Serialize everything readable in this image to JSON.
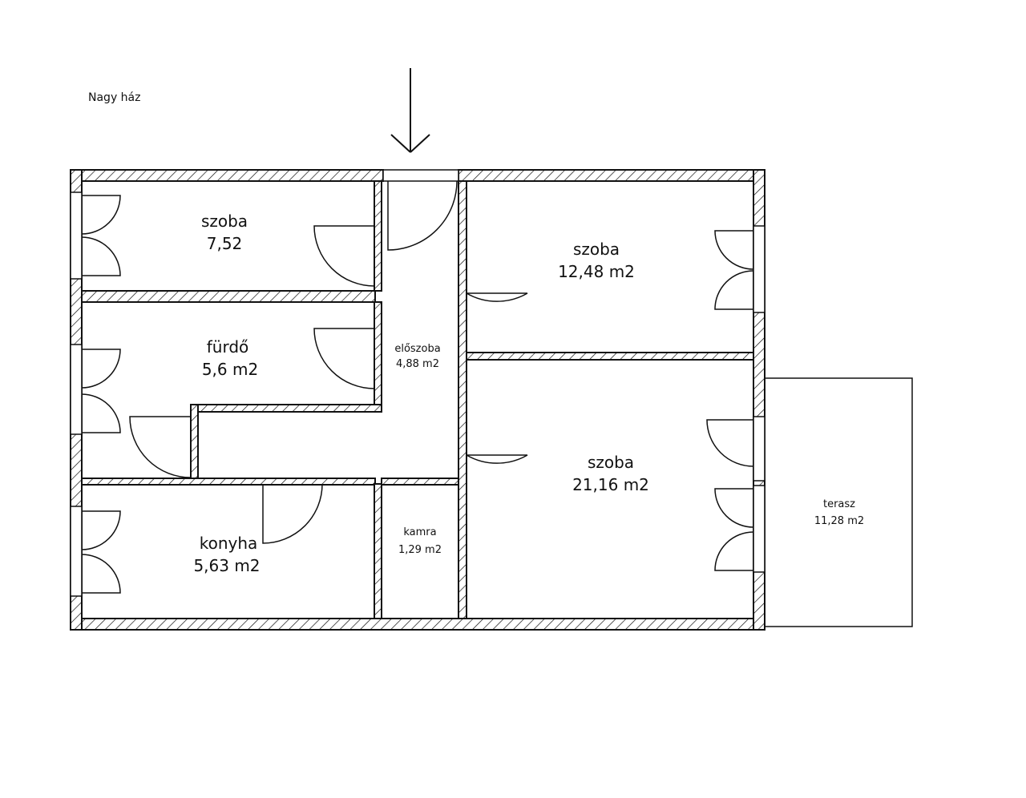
{
  "title": "Nagy ház",
  "rooms": [
    {
      "key": "szoba1",
      "name": "szoba",
      "area": "7,52"
    },
    {
      "key": "furdo",
      "name": "fürdő",
      "area": "5,6 m2"
    },
    {
      "key": "konyha",
      "name": "konyha",
      "area": "5,63 m2"
    },
    {
      "key": "eloszoba",
      "name": "előszoba",
      "area": "4,88 m2"
    },
    {
      "key": "kamra",
      "name": "kamra",
      "area": "1,29 m2"
    },
    {
      "key": "szoba2",
      "name": "szoba",
      "area": "12,48 m2"
    },
    {
      "key": "szoba3",
      "name": "szoba",
      "area": "21,16 m2"
    },
    {
      "key": "terasz",
      "name": "terasz",
      "area": "11,28 m2"
    }
  ]
}
